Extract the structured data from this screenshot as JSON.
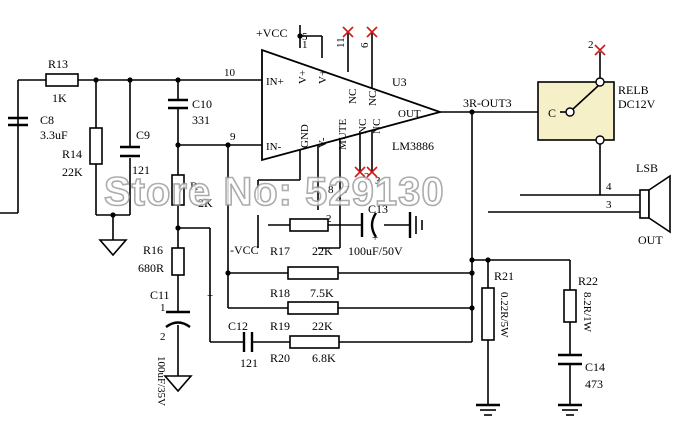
{
  "ic": {
    "ref": "U3",
    "part": "LM3886",
    "in_plus": "IN+",
    "in_minus": "IN-",
    "out": "OUT",
    "vplus_a": "V+",
    "vplus_b": "V+",
    "gnd": "GND",
    "vminus": "V-",
    "mute": "MUTE",
    "nc_a": "NC",
    "nc_b": "NC",
    "nc_c": "NC",
    "nc_d": "NC"
  },
  "pins": {
    "p10": "10",
    "p9": "9",
    "p5": "5",
    "p1": "1",
    "p11": "11",
    "p6": "6",
    "p4": "4",
    "p8": "8",
    "p7": "7",
    "p2": "2",
    "p3": "3"
  },
  "power": {
    "vcc_pos": "+VCC",
    "vcc_neg": "-VCC"
  },
  "net": {
    "out_label": "3R-OUT3"
  },
  "relay": {
    "ref": "RELB",
    "rating": "DC12V",
    "common": "C",
    "pin2": "2",
    "pin4": "4",
    "pin3": "3"
  },
  "speaker": {
    "ref": "LSB",
    "label": "OUT"
  },
  "parts": {
    "r13": {
      "ref": "R13",
      "value": "1K"
    },
    "c8": {
      "ref": "C8",
      "value": "3.3uF"
    },
    "r14": {
      "ref": "R14",
      "value": "22K"
    },
    "c9": {
      "ref": "C9",
      "value": "121"
    },
    "c10": {
      "ref": "C10",
      "value": "331"
    },
    "r15": {
      "ref": "R",
      "value": "2K"
    },
    "r16": {
      "ref": "R16",
      "value": "680R"
    },
    "c11": {
      "ref": "C11",
      "value": "100uF/35V"
    },
    "r17": {
      "ref": "R17",
      "value": "22K"
    },
    "c13": {
      "ref": "C13",
      "value": "100uF/50V"
    },
    "r18": {
      "ref": "R18",
      "value": "7.5K"
    },
    "r19": {
      "ref": "R19",
      "value": "22K"
    },
    "c12": {
      "ref": "C12",
      "value": "121"
    },
    "r20": {
      "ref": "R20",
      "value": "6.8K"
    },
    "r21": {
      "ref": "R21",
      "value": "0.22R/5W"
    },
    "r22": {
      "ref": "R22",
      "value": "8.2R/1W"
    },
    "c14": {
      "ref": "C14",
      "value": "473"
    }
  },
  "watermark": "Store No: 529130",
  "colors": {
    "wire": "#000000",
    "no_connect": "#d01818",
    "relay_fill": "#f6f0c8",
    "background": "#ffffff"
  }
}
